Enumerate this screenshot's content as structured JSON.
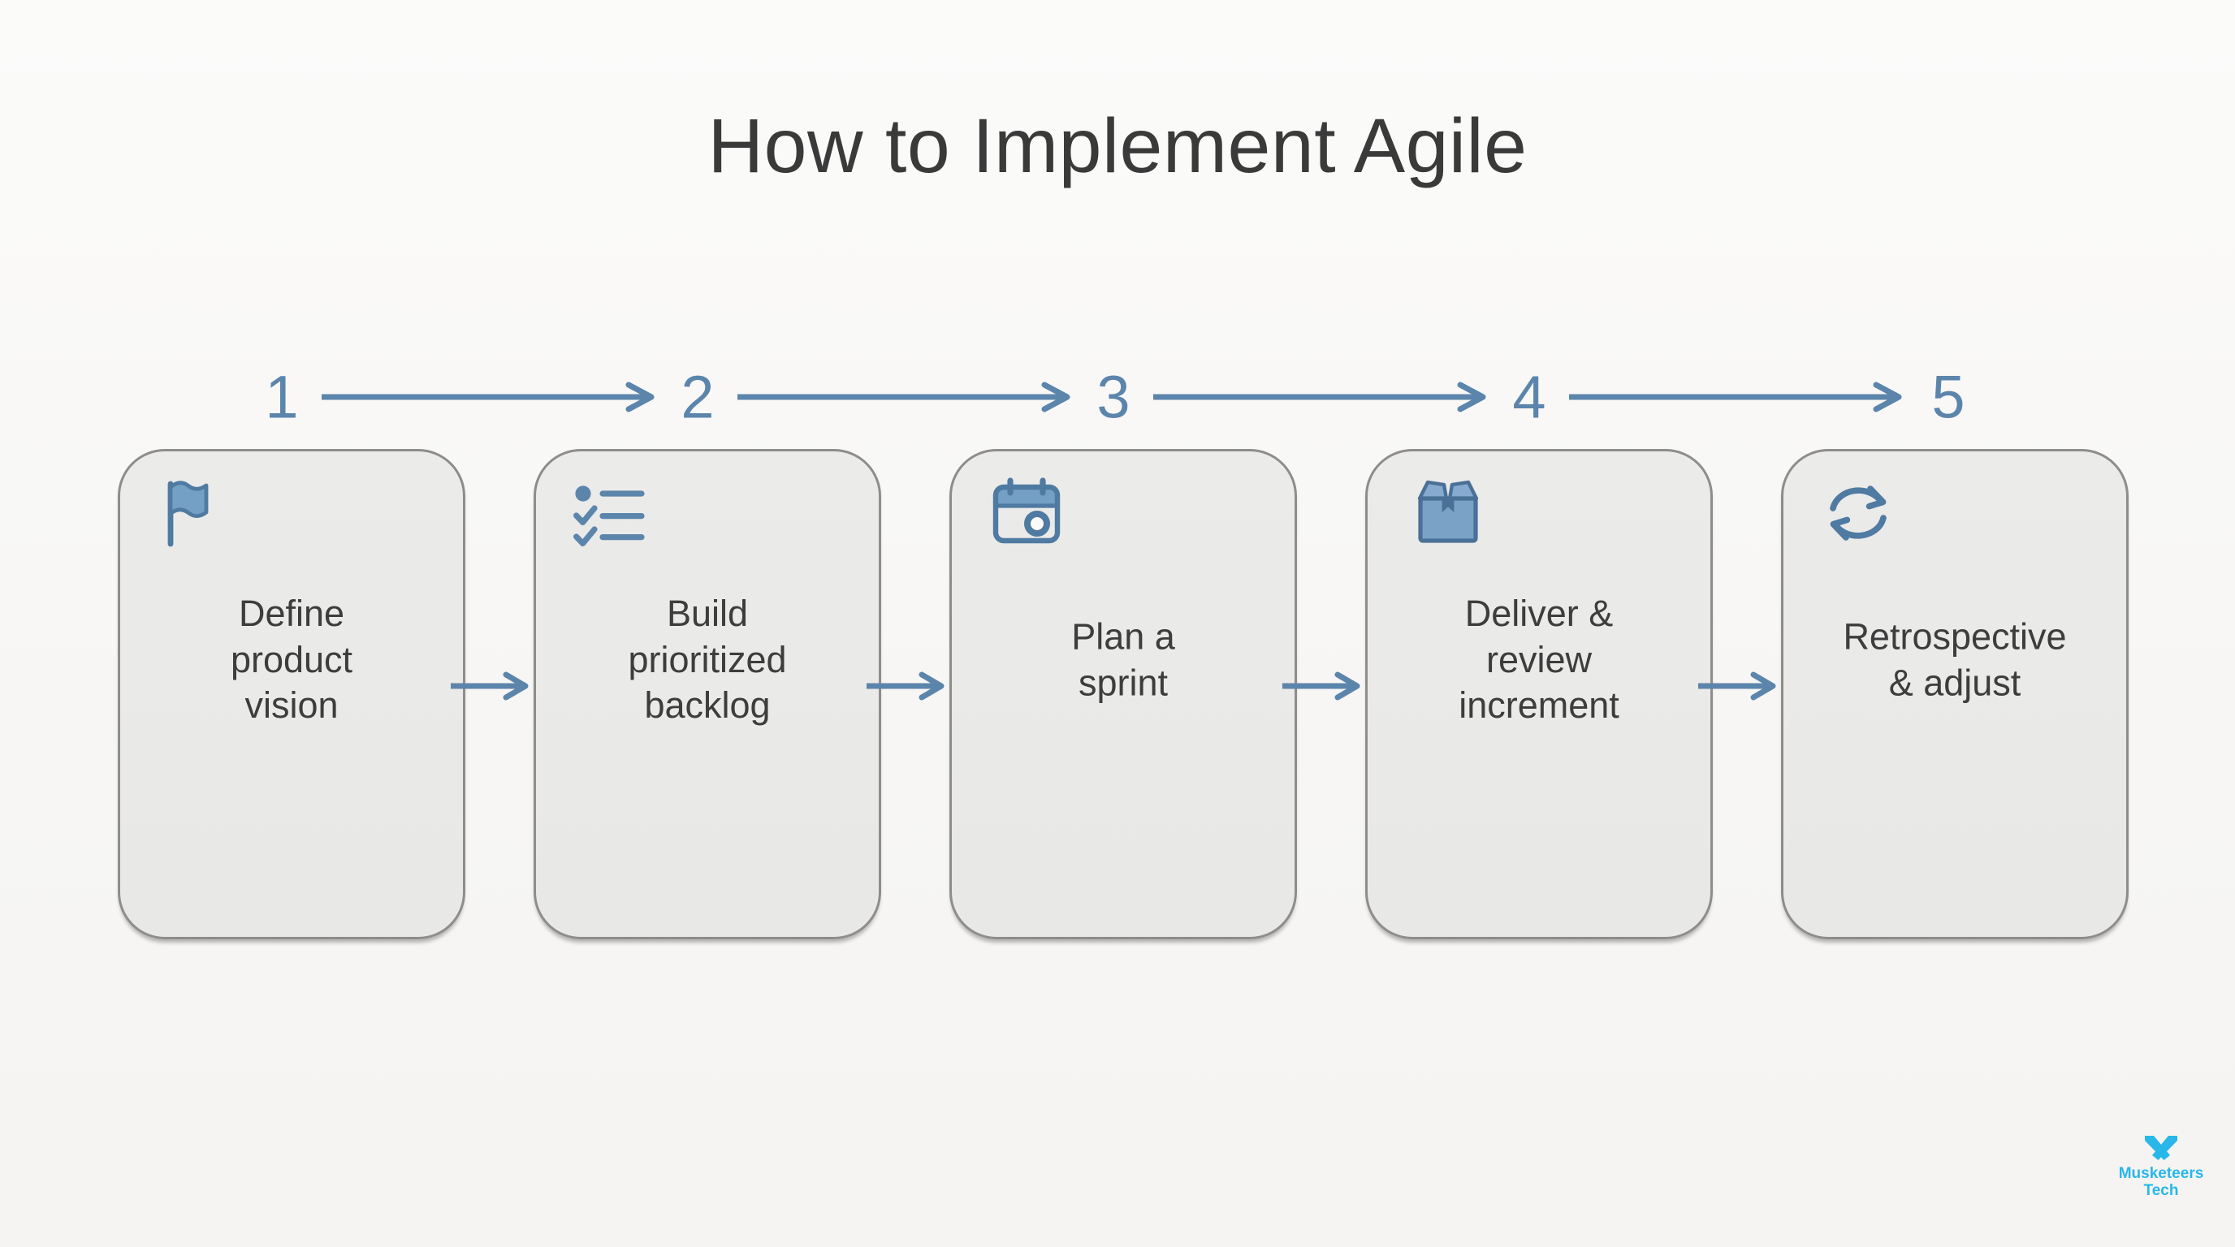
{
  "title": "How to Implement Agile",
  "steps": [
    {
      "number": "1",
      "label": "Define\nproduct\nvision",
      "icon": "flag-icon"
    },
    {
      "number": "2",
      "label": "Build\nprioritized\nbacklog",
      "icon": "checklist-icon"
    },
    {
      "number": "3",
      "label": "Plan a\nsprint",
      "icon": "calendar-icon"
    },
    {
      "number": "4",
      "label": "Deliver &\nreview\nincrement",
      "icon": "package-icon"
    },
    {
      "number": "5",
      "label": "Retrospective\n& adjust",
      "icon": "cycle-icon"
    }
  ],
  "brand": {
    "name_line1": "Musketeers",
    "name_line2": "Tech"
  },
  "colors": {
    "accent_steel_blue": "#5c85ac",
    "icon_stroke": "#4f7aa1",
    "icon_fill": "#74a0c6",
    "card_background": "#e9e9e7",
    "card_border": "#8e8d8b",
    "title_text": "#3a3a3a",
    "label_text": "#3d3d3d",
    "brand_cyan": "#29b7ea",
    "page_background": "#f8f8f6"
  }
}
